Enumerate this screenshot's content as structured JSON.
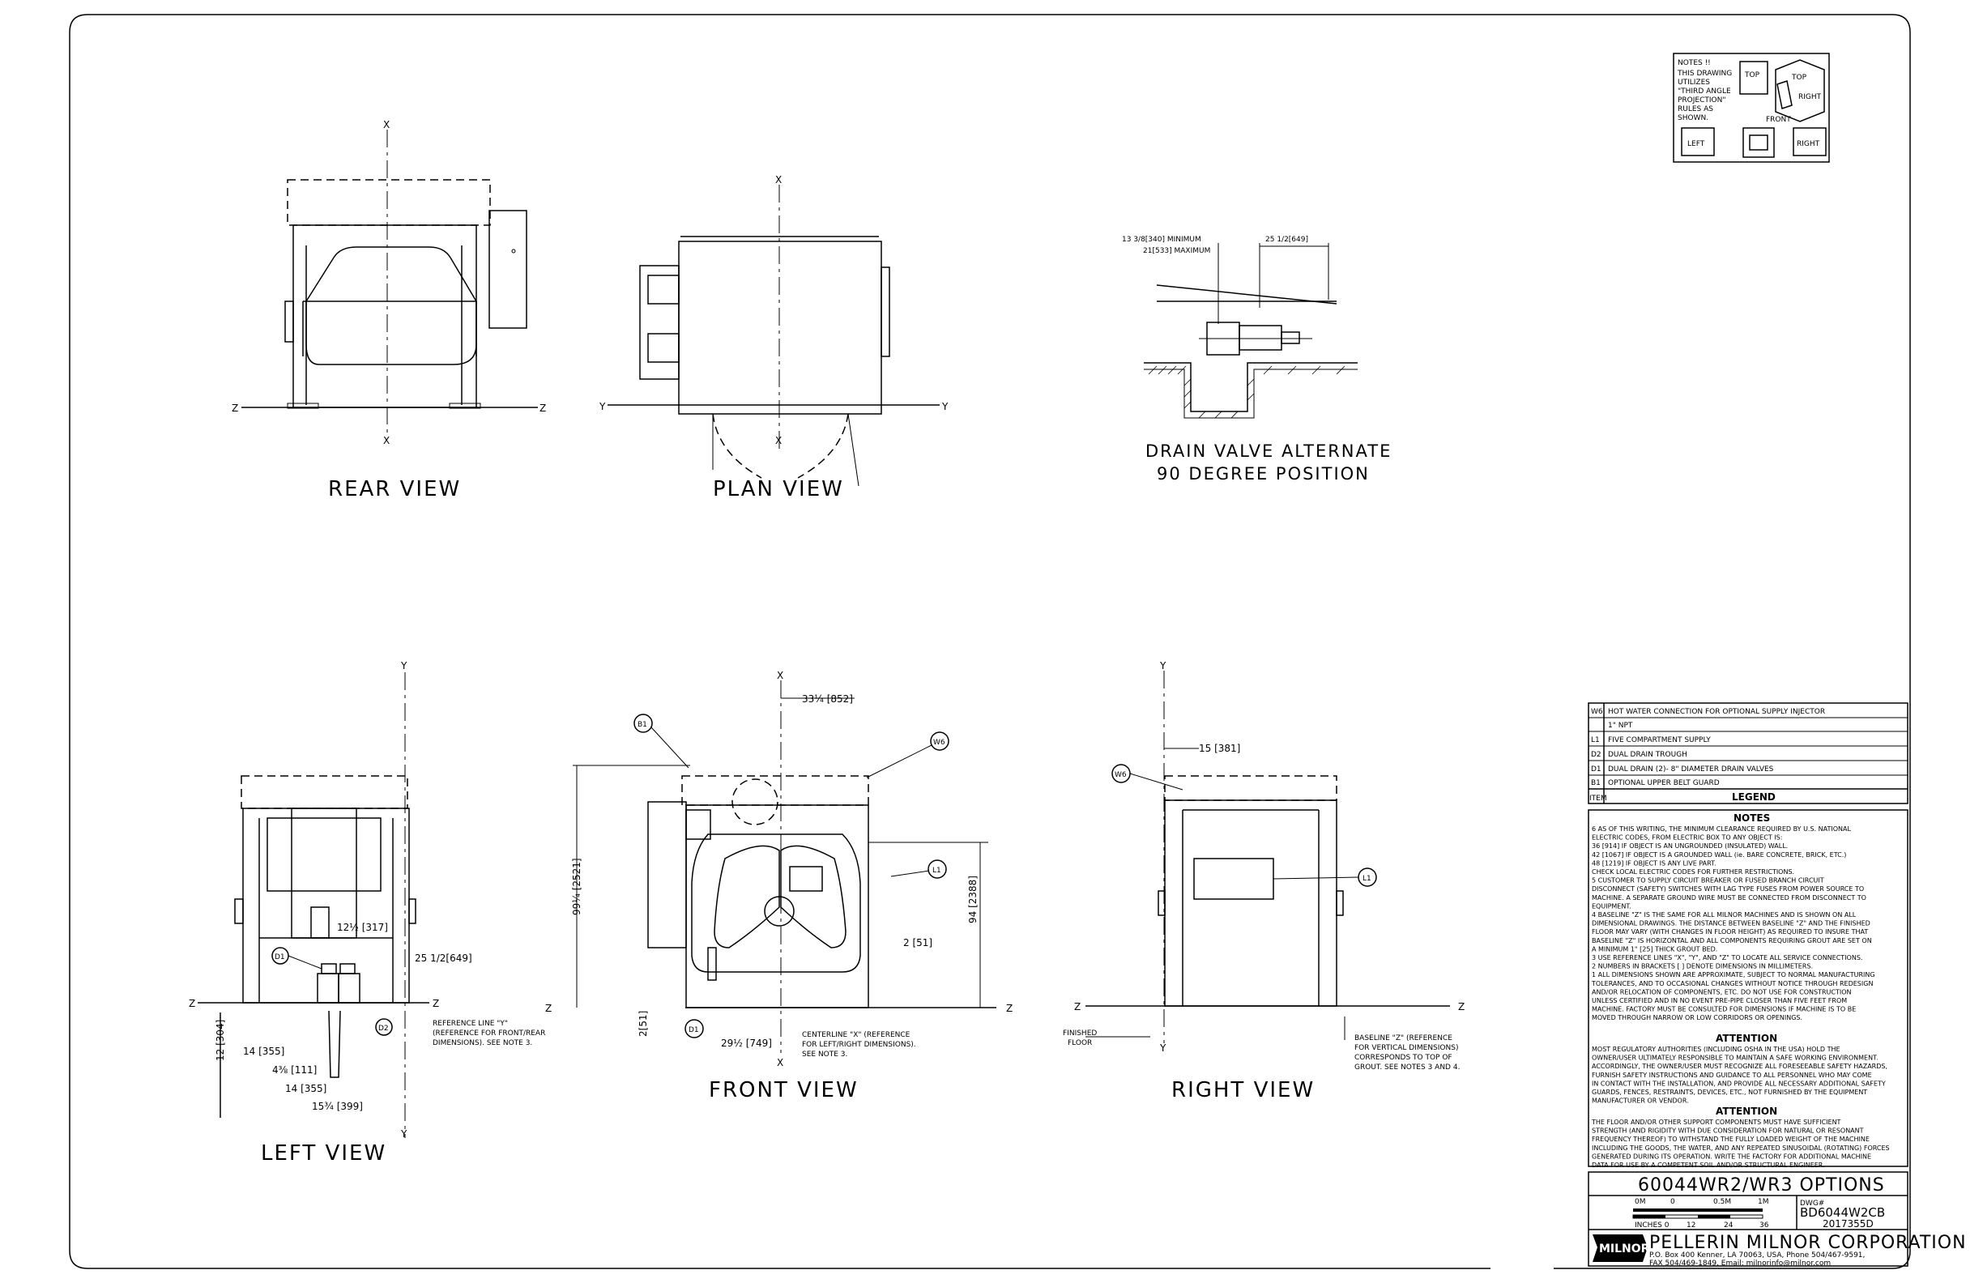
{
  "view_labels": {
    "rear": "REAR VIEW",
    "plan": "PLAN VIEW",
    "left": "LEFT VIEW",
    "front": "FRONT VIEW",
    "right": "RIGHT VIEW",
    "drain_line1": "DRAIN VALVE ALTERNATE",
    "drain_line2": "90 DEGREE POSITION"
  },
  "axis_labels": {
    "x": "X",
    "y": "Y",
    "z": "Z"
  },
  "drain_dims": {
    "min": "13 3/8[340] MINIMUM",
    "max": "21[533] MAXIMUM",
    "right": "25 1/2[649]"
  },
  "left_dims": {
    "d1": "12½ [317]",
    "d2": "25 1/2[649]",
    "d3": "12 [304]",
    "d4": "14 [355]",
    "d5": "4⅜ [111]",
    "d6": "14 [355]",
    "d7": "15¾ [399]",
    "note_line1": "REFERENCE LINE \"Y\"",
    "note_line2": "(REFERENCE FOR FRONT/REAR",
    "note_line3": "DIMENSIONS).  SEE NOTE 3."
  },
  "front_dims": {
    "top": "33¼ [852]",
    "height_left": "99¼ [2521]",
    "height_right": "94 [2388]",
    "side": "2 [51]",
    "bottom_left": "2[51]",
    "bottom": "29½ [749]",
    "note_line1": "CENTERLINE \"X\" (REFERENCE",
    "note_line2": "FOR LEFT/RIGHT DIMENSIONS).",
    "note_line3": "SEE NOTE 3."
  },
  "right_dims": {
    "top": "15 [381]",
    "floor_line1": "FINISHED",
    "floor_line2": "FLOOR",
    "note_line1": "BASELINE \"Z\" (REFERENCE",
    "note_line2": "FOR VERTICAL DIMENSIONS)",
    "note_line3": "CORRESPONDS TO TOP OF",
    "note_line4": "GROUT.  SEE NOTES 3 AND 4."
  },
  "callouts": {
    "b1": "B1",
    "w6": "W6",
    "l1": "L1",
    "d1": "D1",
    "d2": "D2"
  },
  "projection_note": {
    "lines": [
      "NOTES !!",
      "THIS DRAWING",
      "UTILIZES",
      "\"THIRD ANGLE",
      "PROJECTION\"",
      "RULES AS",
      "SHOWN."
    ],
    "top1": "TOP",
    "top2": "TOP",
    "right1": "RIGHT",
    "front": "FRONT",
    "left": "LEFT",
    "right2": "RIGHT"
  },
  "legend": {
    "rows": [
      {
        "item": "W6",
        "desc": "HOT WATER CONNECTION FOR OPTIONAL SUPPLY INJECTOR"
      },
      {
        "item": "",
        "desc": "1\" NPT"
      },
      {
        "item": "L1",
        "desc": "FIVE COMPARTMENT SUPPLY"
      },
      {
        "item": "D2",
        "desc": "DUAL DRAIN TROUGH"
      },
      {
        "item": "D1",
        "desc": "DUAL DRAIN (2)- 8\" DIAMETER DRAIN VALVES"
      },
      {
        "item": "B1",
        "desc": "OPTIONAL UPPER BELT GUARD"
      }
    ],
    "item_header": "ITEM",
    "title": "LEGEND"
  },
  "notes": {
    "title": "NOTES",
    "lines": [
      "6  AS OF THIS WRITING, THE MINIMUM CLEARANCE REQUIRED BY U.S. NATIONAL",
      "    ELECTRIC CODES, FROM ELECTRIC BOX TO ANY OBJECT IS:",
      "          36 [914]  IF OBJECT IS AN UNGROUNDED (INSULATED) WALL.",
      "          42 [1067]  IF OBJECT IS A GROUNDED WALL (ie. BARE CONCRETE, BRICK, ETC.)",
      "          48 [1219]  IF OBJECT IS ANY LIVE PART.",
      "    CHECK LOCAL ELECTRIC CODES FOR FURTHER RESTRICTIONS.",
      "5  CUSTOMER TO SUPPLY CIRCUIT BREAKER OR FUSED BRANCH CIRCUIT",
      "    DISCONNECT (SAFETY) SWITCHES WITH LAG TYPE FUSES FROM POWER SOURCE TO",
      "    MACHINE. A SEPARATE GROUND WIRE MUST BE CONNECTED FROM DISCONNECT TO",
      "    EQUIPMENT.",
      "4  BASELINE \"Z\" IS THE SAME FOR ALL MILNOR MACHINES AND IS SHOWN ON ALL",
      "    DIMENSIONAL DRAWINGS. THE DISTANCE BETWEEN BASELINE \"Z\" AND THE FINISHED",
      "    FLOOR MAY VARY (WITH CHANGES IN FLOOR HEIGHT) AS REQUIRED TO INSURE THAT",
      "    BASELINE \"Z\" IS HORIZONTAL AND ALL COMPONENTS REQUIRING GROUT ARE SET ON",
      "    A MINIMUM 1\" [25] THICK GROUT BED.",
      "3  USE REFERENCE LINES \"X\", \"Y\", AND \"Z\" TO LOCATE ALL SERVICE CONNECTIONS.",
      "2  NUMBERS IN BRACKETS [ ] DENOTE DIMENSIONS IN MILLIMETERS.",
      "1  ALL DIMENSIONS SHOWN ARE APPROXIMATE, SUBJECT TO NORMAL MANUFACTURING",
      "    TOLERANCES, AND TO OCCASIONAL CHANGES WITHOUT NOTICE THROUGH REDESIGN",
      "    AND/OR RELOCATION OF COMPONENTS, ETC. DO NOT USE FOR CONSTRUCTION",
      "    UNLESS CERTIFIED AND IN NO EVENT PRE-PIPE CLOSER THAN FIVE FEET FROM",
      "    MACHINE. FACTORY MUST BE CONSULTED FOR DIMENSIONS IF MACHINE IS TO BE",
      "    MOVED THROUGH NARROW OR LOW CORRIDORS OR OPENINGS."
    ]
  },
  "attention1": {
    "title": "ATTENTION",
    "lines": [
      "MOST REGULATORY AUTHORITIES (INCLUDING OSHA IN THE USA) HOLD THE",
      "OWNER/USER ULTIMATELY RESPONSIBLE TO MAINTAIN A SAFE WORKING ENVIRONMENT.",
      "ACCORDINGLY, THE OWNER/USER MUST RECOGNIZE ALL FORESEEABLE SAFETY HAZARDS,",
      "FURNISH SAFETY INSTRUCTIONS AND GUIDANCE TO ALL PERSONNEL WHO MAY COME",
      "IN CONTACT WITH THE INSTALLATION, AND PROVIDE ALL NECESSARY ADDITIONAL SAFETY",
      "GUARDS, FENCES, RESTRAINTS, DEVICES, ETC., NOT FURNISHED BY THE EQUIPMENT",
      "MANUFACTURER OR VENDOR."
    ]
  },
  "attention2": {
    "title": "ATTENTION",
    "lines": [
      "THE FLOOR AND/OR OTHER SUPPORT COMPONENTS MUST HAVE SUFFICIENT",
      "STRENGTH (AND RIGIDITY WITH DUE CONSIDERATION FOR NATURAL OR RESONANT",
      "FREQUENCY THEREOF) TO WITHSTAND THE FULLY LOADED WEIGHT OF THE MACHINE",
      "INCLUDING THE GOODS, THE WATER, AND ANY REPEATED SINUSOIDAL (ROTATING) FORCES",
      "GENERATED DURING ITS OPERATION. WRITE THE FACTORY FOR ADDITIONAL MACHINE",
      "DATA FOR USE BY A COMPETENT SOIL AND/OR STRUCTURAL ENGINEER."
    ]
  },
  "title_block": {
    "title": "60044WR2/WR3  OPTIONS",
    "scale_top": [
      "0M",
      "0",
      "0.5M",
      "1M"
    ],
    "scale_bottom": [
      "INCHES 0",
      "12",
      "24",
      "36"
    ],
    "dwg_label": "DWG#",
    "dwg_number": "BD6044W2CB",
    "dwg_sub": "2017355D",
    "logo": "MILNOR",
    "company": "PELLERIN MILNOR CORPORATION",
    "address1": "P.O. Box 400 Kenner, LA 70063, USA, Phone 504/467-9591,",
    "address2": "FAX 504/469-1849,  Email: milnorinfo@milnor.com"
  }
}
